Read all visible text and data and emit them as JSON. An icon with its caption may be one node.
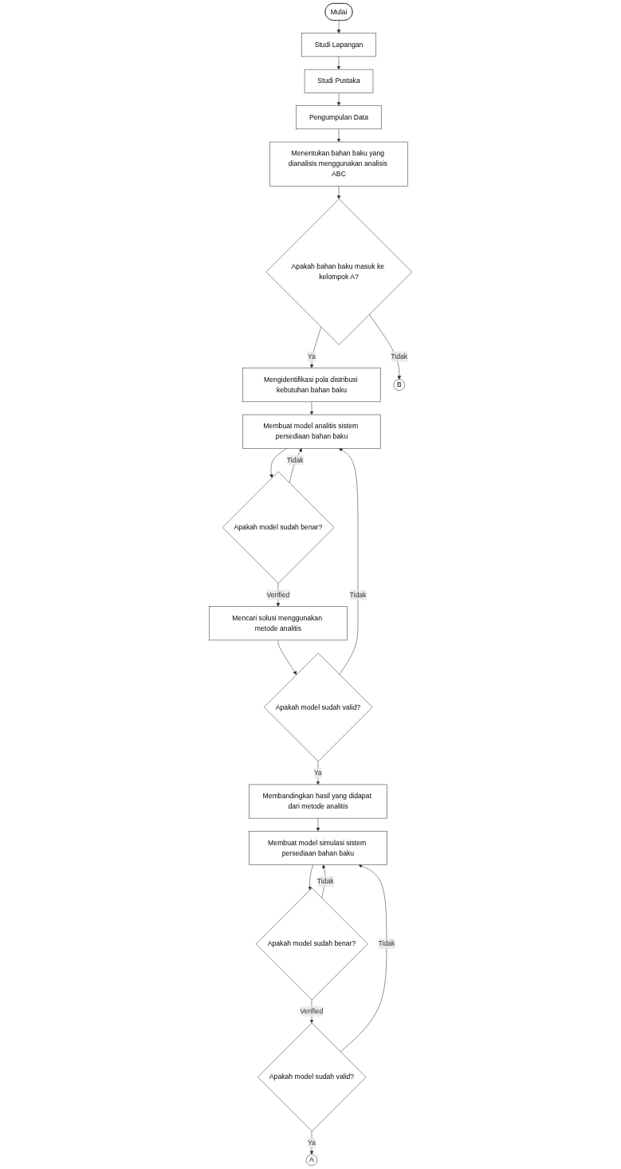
{
  "diagram": {
    "nodes": [
      {
        "text": [
          "Mulai"
        ]
      },
      {
        "text": [
          "Studi Lapangan"
        ]
      },
      {
        "text": [
          "Studi Pustaka"
        ]
      },
      {
        "text": [
          "Pengumpulan Data"
        ]
      },
      {
        "text": [
          "Menentukan bahan baku yang dianalisis menggunakan analisis ABC"
        ]
      },
      {
        "text": [
          "Apakah bahan baku masuk ke kelompok A?"
        ]
      },
      {
        "text": [
          "Mengidentifikasi pola distribusi kebutuhan bahan baku"
        ]
      },
      {
        "text": [
          "Membuat model analitis sistem persediaan bahan baku"
        ]
      },
      {
        "text": [
          "Apakah model sudah benar?"
        ]
      },
      {
        "text": [
          "Mencari solusi menggunakan metode analitis"
        ]
      },
      {
        "text": [
          "Apakah model sudah valid?"
        ]
      },
      {
        "text": [
          "Membandingkan hasil yang didapat dari metode analitis"
        ]
      },
      {
        "text": [
          "Membuat model simulasi sistem persediaan bahan baku"
        ]
      },
      {
        "text": [
          "Apakah model sudah benar?"
        ]
      },
      {
        "text": [
          "Apakah model sudah valid?"
        ]
      },
      {
        "text": [
          "A"
        ]
      },
      {
        "text": [
          "B"
        ]
      }
    ],
    "edges": [
      {
        "from": 0,
        "to": 1,
        "arrow": "to"
      },
      {
        "from": 1,
        "to": 2,
        "arrow": "to"
      },
      {
        "from": 2,
        "to": 3,
        "arrow": "to"
      },
      {
        "from": 3,
        "to": 4,
        "arrow": "to"
      },
      {
        "from": 4,
        "to": 5,
        "arrow": "to"
      },
      {
        "from": 5,
        "to": 6,
        "arrow": "to",
        "label": "Ya"
      },
      {
        "from": 5,
        "to": 16,
        "arrow": "to",
        "label": "Tidak"
      },
      {
        "from": 6,
        "to": 7,
        "arrow": "to"
      },
      {
        "from": 7,
        "to": 8,
        "arrow": "to"
      },
      {
        "from": 8,
        "to": 7,
        "arrow": "to",
        "label": "Tidak"
      },
      {
        "from": 8,
        "to": 9,
        "arrow": "to",
        "label": "Verified"
      },
      {
        "from": 9,
        "to": 10,
        "arrow": "to"
      },
      {
        "from": 10,
        "to": 7,
        "arrow": "to",
        "label": "Tidak"
      },
      {
        "from": 10,
        "to": 11,
        "arrow": "to",
        "label": "Ya"
      },
      {
        "from": 11,
        "to": 12,
        "arrow": "to"
      },
      {
        "from": 12,
        "to": 13,
        "arrow": "to"
      },
      {
        "from": 13,
        "to": 12,
        "arrow": "to",
        "label": "Tidak"
      },
      {
        "from": 13,
        "to": 14,
        "arrow": "to",
        "label": "Verified"
      },
      {
        "from": 14,
        "to": 12,
        "arrow": "to",
        "label": "Tidak"
      },
      {
        "from": 14,
        "to": 15,
        "arrow": "to",
        "label": "Ya"
      }
    ]
  }
}
